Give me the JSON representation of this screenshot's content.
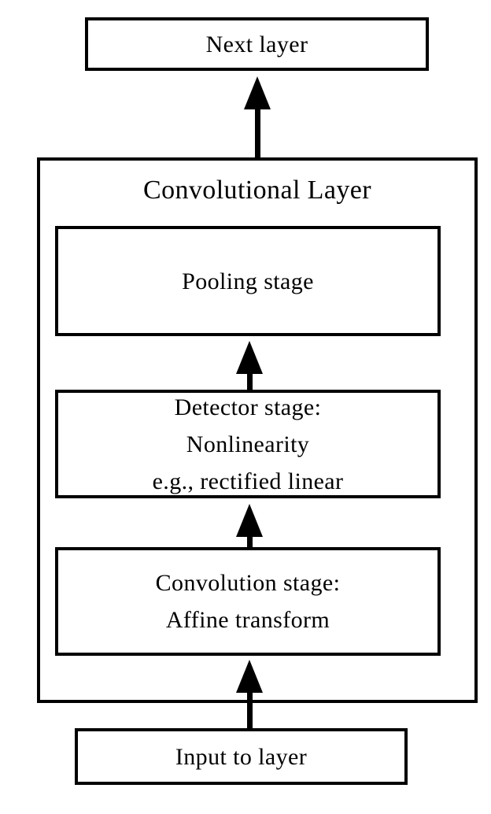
{
  "figure": {
    "colors": {
      "stroke": "#000000",
      "background": "#ffffff",
      "text": "#000000"
    },
    "container": {
      "title": "Convolutional Layer"
    },
    "nodes": {
      "next_layer": {
        "label": "Next layer"
      },
      "pooling": {
        "label": "Pooling stage"
      },
      "detector": {
        "lines": [
          "Detector stage:",
          "Nonlinearity",
          "e.g., rectified linear"
        ]
      },
      "convolution": {
        "lines": [
          "Convolution stage:",
          "Affine transform"
        ]
      },
      "input": {
        "label": "Input to layer"
      }
    },
    "edges": [
      {
        "from": "input_to_layer",
        "to": "convolution_stage",
        "direction": "up"
      },
      {
        "from": "convolution_stage",
        "to": "detector_stage",
        "direction": "up"
      },
      {
        "from": "detector_stage",
        "to": "pooling_stage",
        "direction": "up"
      },
      {
        "from": "convolutional_layer",
        "to": "next_layer",
        "direction": "up"
      }
    ]
  }
}
